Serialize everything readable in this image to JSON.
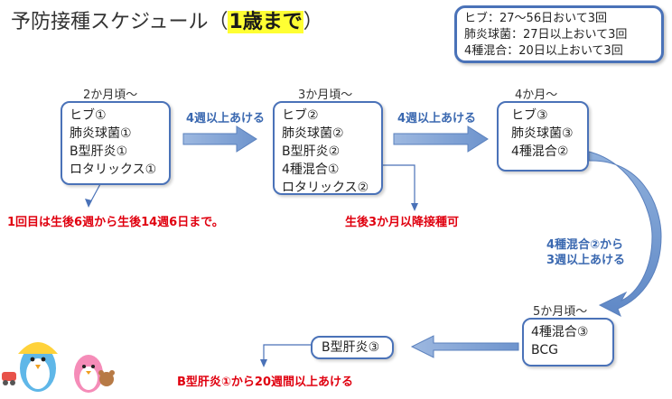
{
  "title": {
    "main": "予防接種スケジュール（",
    "highlight": "1歳まで",
    "close": "）"
  },
  "legend": [
    "ヒブ：27〜56日おいて3回",
    "肺炎球菌：27日以上おいて3回",
    "4種混合：20日以上おいて3回"
  ],
  "stages": [
    {
      "label": "2か月頃〜",
      "items": [
        "ヒブ①",
        "肺炎球菌①",
        "B型肝炎①",
        "ロタリックス①"
      ]
    },
    {
      "label": "3か月頃〜",
      "items": [
        "ヒブ②",
        "肺炎球菌②",
        "B型肝炎②",
        "4種混合①",
        "ロタリックス②"
      ]
    },
    {
      "label": "4か月〜",
      "items": [
        "ヒブ③",
        "肺炎球菌③",
        "4種混合②"
      ]
    },
    {
      "label": "5か月頃〜",
      "items": [
        "4種混合③",
        "BCG"
      ]
    },
    {
      "label": "",
      "items": [
        "B型肝炎③"
      ]
    }
  ],
  "arrows": {
    "a1": "4週以上あける",
    "a2": "4週以上あける",
    "a3_line1": "4種混合②から",
    "a3_line2": "3週以上あける"
  },
  "notes": {
    "rota": "1回目は生後6週から生後14週6日まで。",
    "dpt": "生後3か月以降接種可",
    "hepb": "B型肝炎①から20週間以上あける"
  },
  "colors": {
    "box_border": "#4a72b8",
    "arrow_fill": "#7fa1d3",
    "note_red": "#e0000f",
    "label_blue": "#3a68b0",
    "highlight": "#ffff33"
  }
}
